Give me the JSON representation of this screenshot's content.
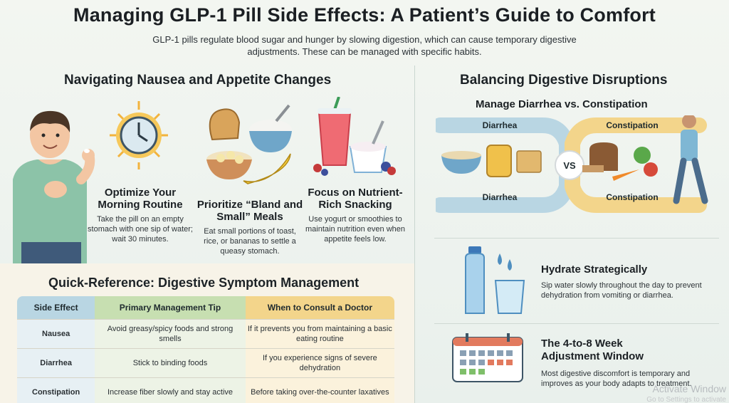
{
  "header": {
    "title": "Managing GLP-1 Pill Side Effects: A Patient’s Guide to Comfort",
    "subtitle": "GLP-1 pills regulate blood sugar and hunger by slowing digestion, which can cause temporary digestive adjustments. These can be managed with specific habits."
  },
  "left": {
    "heading": "Navigating Nausea and Appetite Changes",
    "tips": [
      {
        "title": "Optimize Your Morning Routine",
        "text": "Take the pill on an empty stomach with one sip of water; wait 30 minutes.",
        "icon": "clock-icon"
      },
      {
        "title": "Prioritize “Bland and Small” Meals",
        "text": "Eat small portions of toast, rice, or bananas to settle a queasy stomach.",
        "icon": "bland-food-icon"
      },
      {
        "title": "Focus on Nutrient-Rich Snacking",
        "text": "Use yogurt or smoothies to maintain nutrition even when appetite feels low.",
        "icon": "smoothie-yogurt-icon"
      }
    ]
  },
  "table": {
    "heading": "Quick-Reference: Digestive Symptom Management",
    "headers": [
      "Side Effect",
      "Primary Management Tip",
      "When to Consult a Doctor"
    ],
    "rows": [
      [
        "Nausea",
        "Avoid greasy/spicy foods and strong smells",
        "If it prevents you from maintaining a basic eating routine"
      ],
      [
        "Diarrhea",
        "Stick to binding foods",
        "If you experience signs of severe dehydration"
      ],
      [
        "Constipation",
        "Increase fiber slowly and stay active",
        "Before taking over-the-counter laxatives"
      ]
    ]
  },
  "right": {
    "heading": "Balancing Digestive Disruptions",
    "subheading": "Manage Diarrhea vs. Constipation",
    "pill_left_top": "Diarrhea",
    "pill_left_bottom": "Diarrhea",
    "pill_right_top": "Constipation",
    "pill_right_bottom": "Constipation",
    "vs": "VS",
    "hydrate_title": "Hydrate Strategically",
    "hydrate_text": "Sip water slowly throughout the day to prevent dehydration from vomiting or diarrhea.",
    "window_title": "The 4-to-8 Week Adjustment Window",
    "window_text": "Most digestive discomfort is temporary and improves as your body adapts to treatment."
  },
  "overlay": {
    "line1": "Activate Window",
    "line2": "Go to Settings to activate"
  },
  "colors": {
    "blue": "#b9d6e3",
    "green": "#c7dfb1",
    "gold": "#f3d58b"
  }
}
